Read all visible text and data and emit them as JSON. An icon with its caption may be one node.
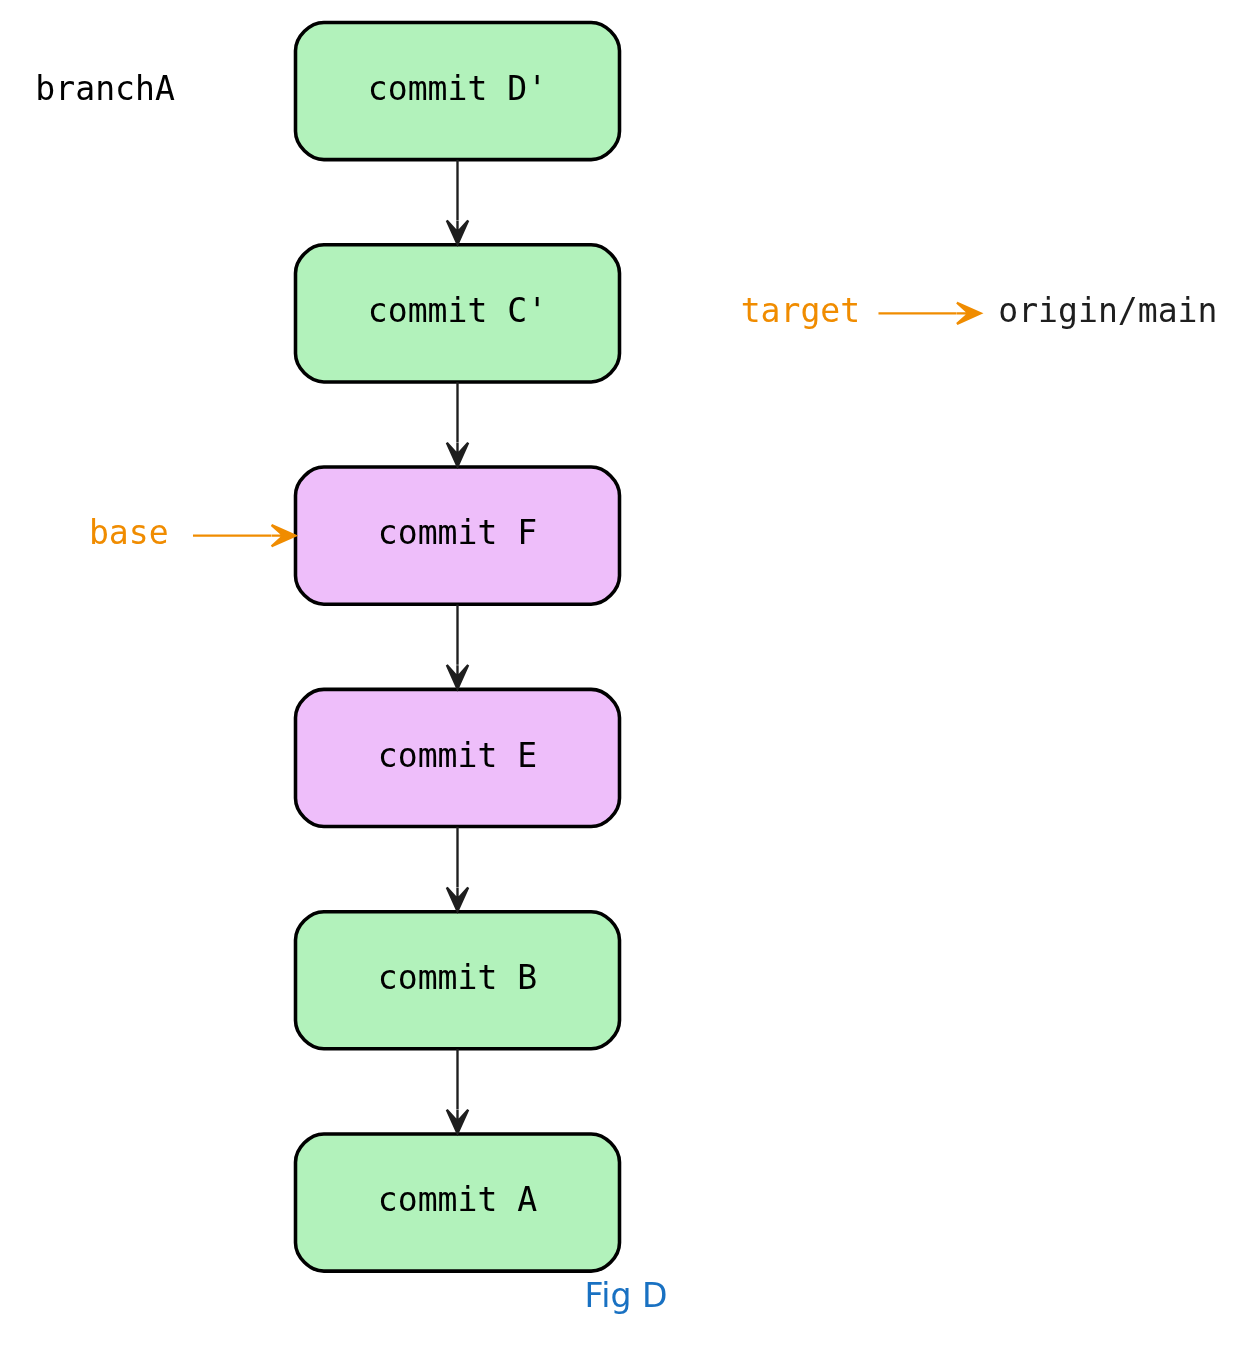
{
  "diagram": {
    "caption": "Fig D",
    "nodes": [
      {
        "text": [
          "commit D'"
        ]
      },
      {
        "text": [
          "commit C'"
        ]
      },
      {
        "text": [
          "target"
        ]
      },
      {
        "text": [
          "origin/main"
        ]
      },
      {
        "text": [
          "base"
        ]
      },
      {
        "text": [
          "commit F"
        ]
      },
      {
        "text": [
          "commit E"
        ]
      },
      {
        "text": [
          "commit B"
        ]
      },
      {
        "text": [
          "commit A"
        ]
      }
    ],
    "edges": [
      {
        "from": 0,
        "to": 1,
        "arrow": "to"
      },
      {
        "from": 1,
        "to": 5,
        "arrow": "to"
      },
      {
        "from": 2,
        "to": 3,
        "arrow": "to",
        "color": "#f08c00"
      },
      {
        "from": 4,
        "to": 5,
        "arrow": "to",
        "color": "#f08c00"
      },
      {
        "from": 5,
        "to": 6,
        "arrow": "to"
      },
      {
        "from": 6,
        "to": 7,
        "arrow": "to"
      },
      {
        "from": 7,
        "to": 8,
        "arrow": "to"
      }
    ],
    "labels": [
      "branchA"
    ]
  }
}
